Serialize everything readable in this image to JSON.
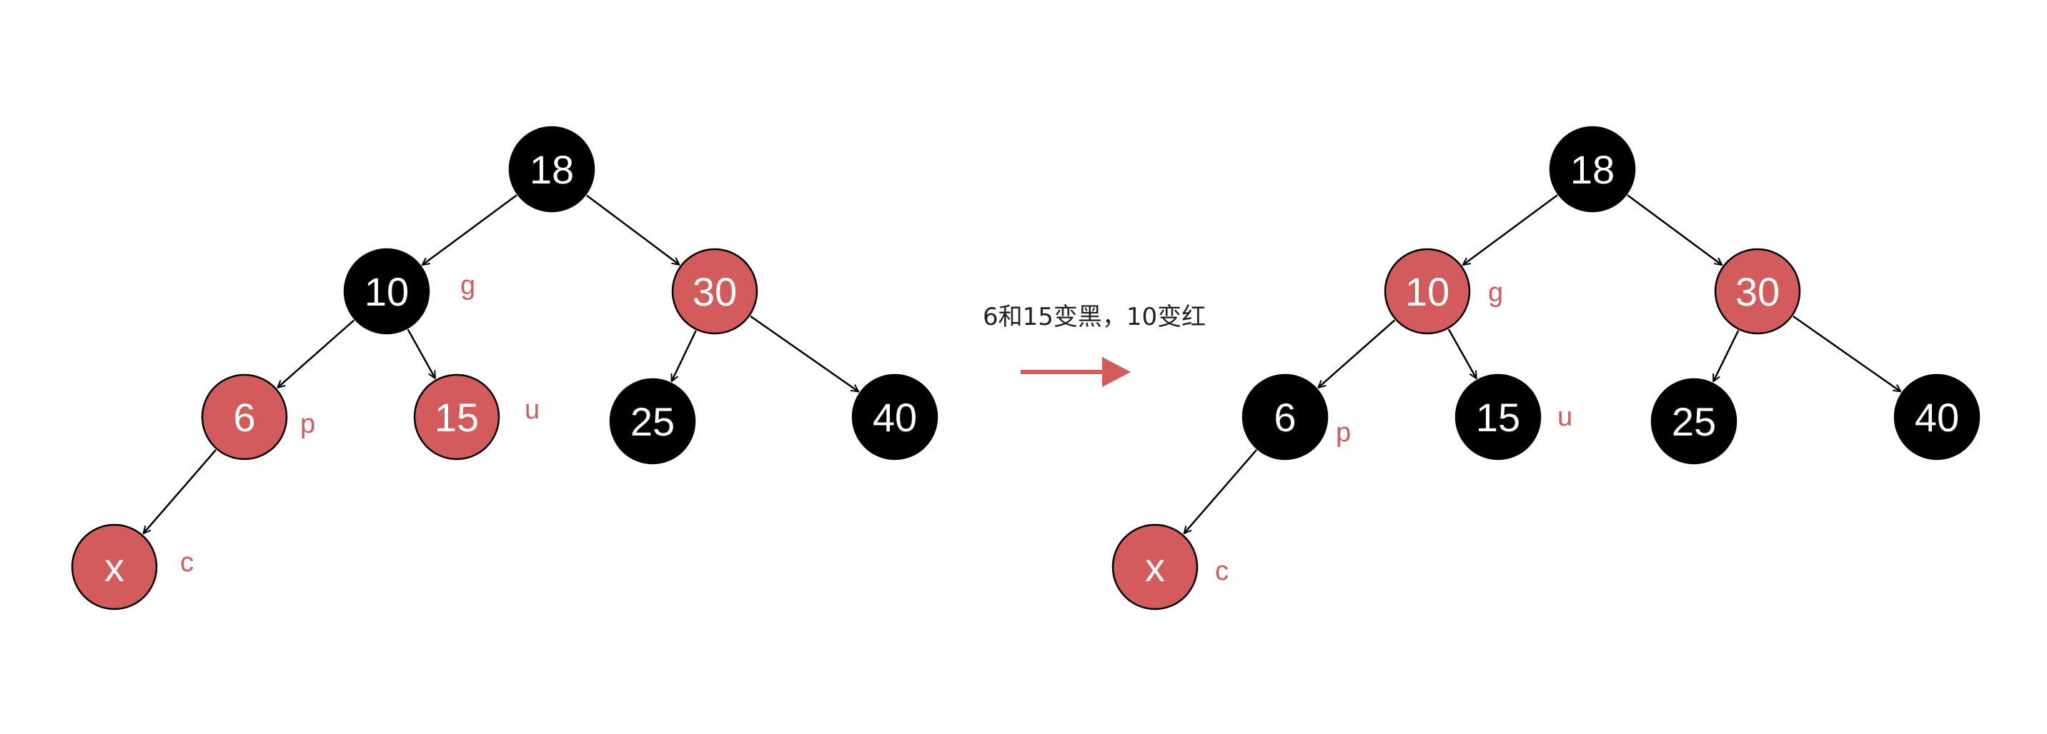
{
  "colors": {
    "red": "#d45b5b",
    "black": "#000000",
    "edge": "#000000",
    "tag": "#d45b5b",
    "arrow": "#d45b5b"
  },
  "caption": "6和15变黑，10变红",
  "trees": [
    {
      "name": "before",
      "nodes": [
        {
          "id": "n18",
          "label": "18",
          "color": "black"
        },
        {
          "id": "n10",
          "label": "10",
          "color": "black",
          "tag": "g"
        },
        {
          "id": "n30",
          "label": "30",
          "color": "red"
        },
        {
          "id": "n6",
          "label": "6",
          "color": "red",
          "tag": "p"
        },
        {
          "id": "n15",
          "label": "15",
          "color": "red",
          "tag": "u"
        },
        {
          "id": "n25",
          "label": "25",
          "color": "black"
        },
        {
          "id": "n40",
          "label": "40",
          "color": "black"
        },
        {
          "id": "nx",
          "label": "x",
          "color": "red",
          "tag": "c"
        }
      ],
      "edges": [
        [
          "n18",
          "n10"
        ],
        [
          "n18",
          "n30"
        ],
        [
          "n10",
          "n6"
        ],
        [
          "n10",
          "n15"
        ],
        [
          "n30",
          "n25"
        ],
        [
          "n30",
          "n40"
        ],
        [
          "n6",
          "nx"
        ]
      ]
    },
    {
      "name": "after",
      "nodes": [
        {
          "id": "n18",
          "label": "18",
          "color": "black"
        },
        {
          "id": "n10",
          "label": "10",
          "color": "red",
          "tag": "g"
        },
        {
          "id": "n30",
          "label": "30",
          "color": "red"
        },
        {
          "id": "n6",
          "label": "6",
          "color": "black",
          "tag": "p"
        },
        {
          "id": "n15",
          "label": "15",
          "color": "black",
          "tag": "u"
        },
        {
          "id": "n25",
          "label": "25",
          "color": "black"
        },
        {
          "id": "n40",
          "label": "40",
          "color": "black"
        },
        {
          "id": "nx",
          "label": "x",
          "color": "red",
          "tag": "c"
        }
      ],
      "edges": [
        [
          "n18",
          "n10"
        ],
        [
          "n18",
          "n30"
        ],
        [
          "n10",
          "n6"
        ],
        [
          "n10",
          "n15"
        ],
        [
          "n30",
          "n25"
        ],
        [
          "n30",
          "n40"
        ],
        [
          "n6",
          "nx"
        ]
      ]
    }
  ]
}
